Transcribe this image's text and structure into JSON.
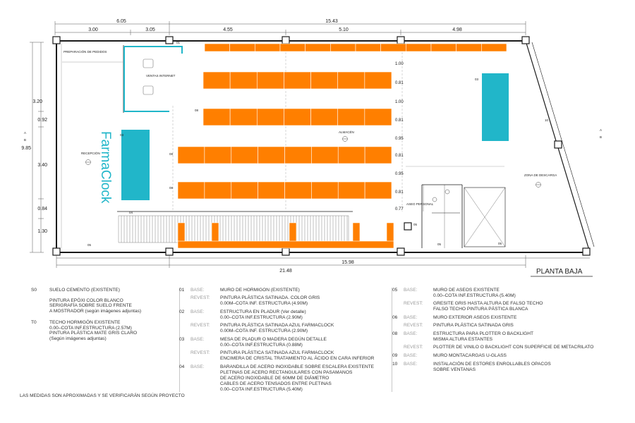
{
  "plan": {
    "title": "PLANTA BAJA",
    "top_dims_total": [
      "6.05",
      "15.43"
    ],
    "top_dims": [
      "3.00",
      "3.05",
      "4.55",
      "5.10",
      "4.98"
    ],
    "left_dims": [
      "3.20",
      "0.92",
      "3.40",
      "0.84",
      "1.30"
    ],
    "left_total": "9.85",
    "bottom_dims": [
      "21.48",
      "15.98"
    ],
    "shelf_dims": [
      "1.00",
      "0.81",
      "1.00",
      "0.81",
      "0.95",
      "0.81",
      "0.95",
      "0.81",
      "0.77"
    ],
    "rooms": {
      "preparacion": "PREPARACIÓN DE PEDIDOS",
      "ventas": "VENTAS INTERNET",
      "recepcion": "RECEPCIÓN",
      "almacen": "ALMACÉN",
      "aseo": "ASEO PERSONAL",
      "descarga": "ZONA DE DESCARGA"
    },
    "brand": "FarmaClock",
    "section_marks": [
      "A",
      "B",
      "A",
      "B"
    ],
    "tags": [
      "05",
      "03",
      "08",
      "08",
      "08",
      "04",
      "01",
      "05",
      "05",
      "05",
      "03",
      "10"
    ],
    "colors": {
      "orange": "#ff7f00",
      "cyan": "#21b6c9",
      "wall": "#1a1a1a"
    }
  },
  "legend": {
    "s0": {
      "code": "S0",
      "lines": [
        "SUELO CEMENTO (EXISTENTE)",
        "",
        "PINTURA EPÓXI COLOR BLANCO",
        "SERIGRAFÍA SOBRE SUELO FRENTE",
        "A MOSTRADOR (según imágenes adjuntas)"
      ]
    },
    "t0": {
      "code": "T0",
      "lines": [
        "TECHO HORMIGÓN EXISTENTE",
        "0.00–COTA INF.ESTRUCTURA (2.57M)",
        "PINTURA PLÁSTICA MATE GRIS CLARO",
        "(Según imágenes adjuntas)"
      ]
    },
    "items": [
      {
        "code": "01",
        "base": "BASE:",
        "base_text": "MURO DE HORMIGON (EXISTENTE)",
        "revest": "REVEST:",
        "revest_text": "PINTURA PLÁSTICA SATINADA. COLOR GRIS\n0.00M–COTA INF. ESTRUCTURA (4.90M)"
      },
      {
        "code": "02",
        "base": "BASE:",
        "base_text": "ESTRUCTURA EN PLADUR (Ver detalle)\n0.00–COTA INF.ESTRUCTURA (2.90M)",
        "revest": "REVEST:",
        "revest_text": "PINTURA PLÁSTICA SATINADA AZUL FARMACLOCK\n0.00M–COTA INF. ESTRUCTURA (2.90M)"
      },
      {
        "code": "03",
        "base": "BASE:",
        "base_text": "MESA DE PLADUR O MADERA DEGÚN DETALLE\n0.00–COTA INF.ESTRUCTURA (0.88M)",
        "revest": "REVEST:",
        "revest_text": "PINTURA PLÁSTICA SATINADA AZUL FARMACLOCK\nENCIMERA DE CRISTAL TRATAMIENTO AL ÁCIDO EN CARA INFERIOR"
      },
      {
        "code": "04",
        "base": "BASE:",
        "base_text": "BARANDILLA DE ACERO INOXIDABLE SOBRE ESCALERA EXISTENTE\nPLETINAS DE ACERO RECTANGULARES CON PASAMANOS\nDE ACERO INOXIDABLE DE 60MM DE DIÁMETRO\nCABLES DE ACERO TENSADOS ENTRE PLETINAS\n0.00–COTA INF.ESTRUCTURA (5.40M)",
        "revest": "",
        "revest_text": ""
      },
      {
        "code": "05",
        "base": "BASE:",
        "base_text": "MURO DE ASEOS EXISTENTE\n0.00–COTA INF.ESTRUCTURA (5.40M)",
        "revest": "REVEST:",
        "revest_text": "GRESITE GRIS HASTA ALTURA DE FALSO TECHO\nFALSO TECHO PINTURA PÁSTICA BLANCA"
      },
      {
        "code": "06",
        "base": "BASE:",
        "base_text": "MURO EXTERIOR ASEOS EXISTENTE",
        "revest": "REVEST:",
        "revest_text": "PINTURA PLÁSTICA SATINADA GRIS"
      },
      {
        "code": "08",
        "base": "BASE:",
        "base_text": "ESTRUCTURA PARA PLOTTER O BACKLIGHT\nMISMA ALTURA ESTANTES",
        "revest": "REVEST:",
        "revest_text": "PLOTTER DE VINILO O BACKLIGHT CON SUPERFICIE DE METACRILATO"
      },
      {
        "code": "09",
        "base": "BASE:",
        "base_text": "MURO MONTACARGAS U-GLASS",
        "revest": "",
        "revest_text": ""
      },
      {
        "code": "10",
        "base": "BASE:",
        "base_text": "INSTALACIÓN DE ESTORES ENROLLABLES OPACOS\nSOBRE VENTANAS",
        "revest": "",
        "revest_text": ""
      }
    ],
    "footer": "LAS MEDIDAS SON APROXIMADAS Y SE VERIFICARÁN SEGÚN PROYECTO"
  }
}
